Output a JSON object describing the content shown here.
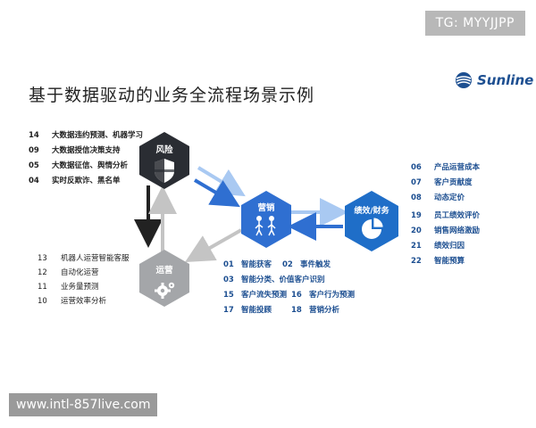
{
  "badge": "TG: MYYJJPP",
  "title": "基于数据驱动的业务全流程场景示例",
  "logo": {
    "text": "Sunline"
  },
  "nodes": {
    "risk": "风险",
    "marketing": "营销",
    "performance": "绩效/财务",
    "operations": "运营"
  },
  "risk_items": [
    {
      "num": "14",
      "text": "大数据违约预测、机器学习"
    },
    {
      "num": "09",
      "text": "大数据授信决策支持"
    },
    {
      "num": "05",
      "text": "大数据征信、舆情分析"
    },
    {
      "num": "04",
      "text": "实时反欺诈、黑名单"
    }
  ],
  "ops_items": [
    {
      "num": "13",
      "text": "机器人运营智能客服"
    },
    {
      "num": "12",
      "text": "自动化运营"
    },
    {
      "num": "11",
      "text": "业务量预测"
    },
    {
      "num": "10",
      "text": "运营效率分析"
    }
  ],
  "performance_items": [
    {
      "num": "06",
      "text": "产品运营成本"
    },
    {
      "num": "07",
      "text": "客户贡献度"
    },
    {
      "num": "08",
      "text": "动态定价"
    },
    {
      "num": "19",
      "text": "员工绩效评价"
    },
    {
      "num": "20",
      "text": "销售网络激励"
    },
    {
      "num": "21",
      "text": "绩效归因"
    },
    {
      "num": "22",
      "text": "智能预算"
    }
  ],
  "marketing_items": [
    {
      "a_num": "01",
      "a_text": "智能获客",
      "b_num": "02",
      "b_text": "事件触发"
    },
    {
      "a_num": "03",
      "a_text": "智能分类、价值客户识别",
      "b_num": "",
      "b_text": ""
    },
    {
      "a_num": "15",
      "a_text": "客户流失预测",
      "b_num": "16",
      "b_text": "客户行为预测"
    },
    {
      "a_num": "17",
      "a_text": "智能投顾",
      "b_num": "18",
      "b_text": "营销分析"
    }
  ],
  "watermark": "www.intl-857live.com",
  "colors": {
    "risk": "#2a2d33",
    "marketing": "#2f6fd1",
    "performance": "#1f6ec8",
    "operations": "#a4a6a9",
    "arrow_blue": "#2f6fd1",
    "arrow_light": "#a9c9f2",
    "arrow_gray": "#c4c4c4",
    "arrow_dark": "#222222"
  }
}
